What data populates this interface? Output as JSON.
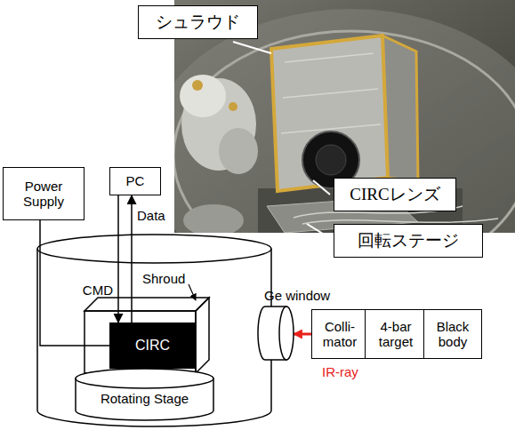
{
  "diagram": {
    "nodes": [
      {
        "text": [
          "シュラウド"
        ]
      },
      {
        "text": [
          "CIRCレンズ"
        ]
      },
      {
        "text": [
          "回転ステージ"
        ]
      },
      {
        "text": [
          "Power Supply"
        ]
      },
      {
        "text": [
          "PC"
        ]
      },
      {
        "text": [
          "Shroud"
        ]
      },
      {
        "text": [
          "CIRC"
        ],
        "in": 5
      },
      {
        "text": [
          "Rotating Stage"
        ]
      },
      {
        "text": [
          "Ge window"
        ]
      },
      {
        "text": [
          "Colli- mator"
        ]
      },
      {
        "text": [
          "4-bar target"
        ]
      },
      {
        "text": [
          "Black body"
        ]
      }
    ],
    "edges": [
      {
        "from": 3,
        "to": 6,
        "arrow": "none"
      },
      {
        "from": 6,
        "to": 4,
        "arrow": "to",
        "label": "Data"
      },
      {
        "from": 4,
        "to": 6,
        "arrow": "to",
        "label": "CMD"
      },
      {
        "from": 9,
        "to": 8,
        "arrow": "to",
        "label": "IR-ray"
      }
    ]
  }
}
